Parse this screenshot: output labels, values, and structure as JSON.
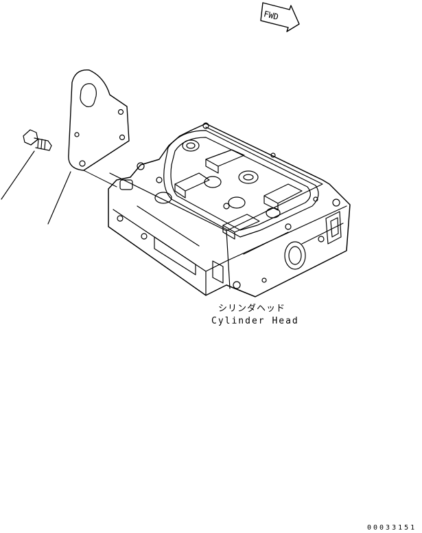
{
  "fwd_marker": {
    "text": "FWD",
    "icon": "arrow-icon"
  },
  "part_label": {
    "japanese": "シリンダヘッド",
    "english": "Cylinder Head"
  },
  "figure_number": "00033151"
}
